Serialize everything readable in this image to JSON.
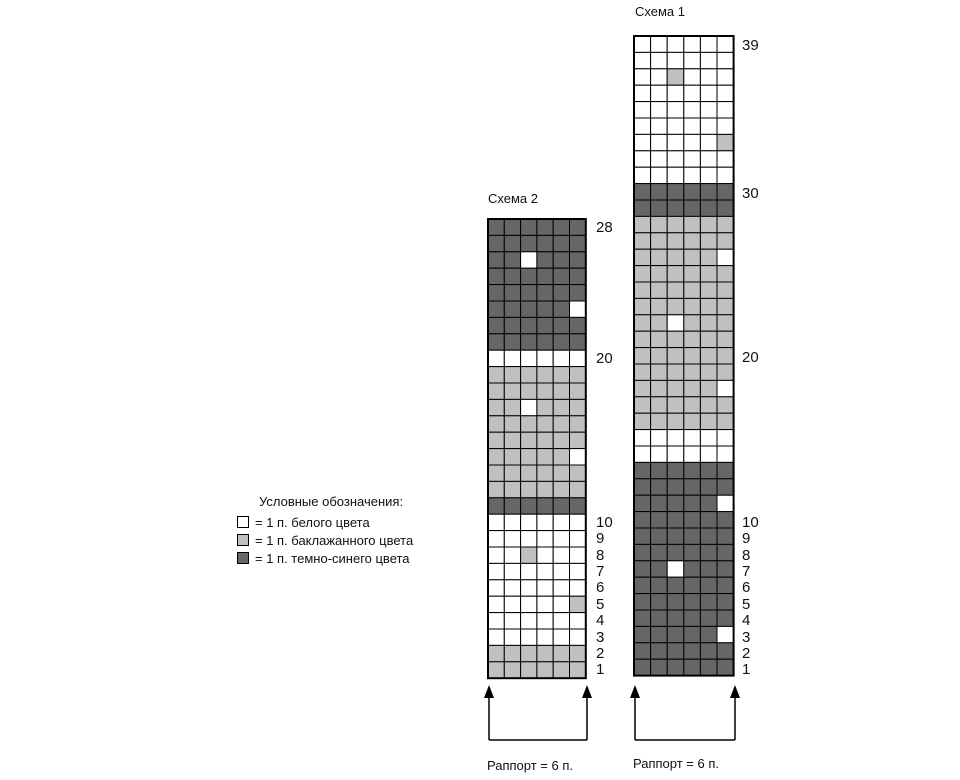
{
  "colors": {
    "W": "#ffffff",
    "L": "#c0c0c0",
    "D": "#666666"
  },
  "legend": {
    "title": "Условные обозначения:",
    "items": [
      {
        "key": "W",
        "label": "= 1 п. белого цвета"
      },
      {
        "key": "L",
        "label": "= 1 п. баклажанного цвета"
      },
      {
        "key": "D",
        "label": "= 1 п. темно-синего цвета"
      }
    ]
  },
  "schema2": {
    "title": "Схема 2",
    "rapport": "Раппорт = 6 п.",
    "row_labels": [
      "28",
      "20",
      "10",
      "9",
      "8",
      "7",
      "6",
      "5",
      "4",
      "3",
      "2",
      "1"
    ],
    "rows_top_to_bottom": [
      "DDDDDD",
      "DDDDDD",
      "DDWDDD",
      "DDDDDD",
      "DDDDDD",
      "DDDDDW",
      "DDDDDD",
      "DDDDDD",
      "WWWWWW",
      "LLLLLL",
      "LLLLLL",
      "LLWLLL",
      "LLLLLL",
      "LLLLLL",
      "LLLLLW",
      "LLLLLL",
      "LLLLLL",
      "DDDDDD",
      "WWWWWW",
      "WWWWWW",
      "WWLWWW",
      "WWWWWW",
      "WWWWWW",
      "WWWWWL",
      "WWWWWW",
      "WWWWWW",
      "LLLLLL",
      "LLLLLL"
    ]
  },
  "schema1": {
    "title": "Схема 1",
    "rapport": "Раппорт = 6 п.",
    "row_labels": [
      "39",
      "30",
      "20",
      "10",
      "9",
      "8",
      "7",
      "6",
      "5",
      "4",
      "3",
      "2",
      "1"
    ],
    "rows_top_to_bottom": [
      "WWWWWW",
      "WWWWWW",
      "WWLWWW",
      "WWWWWW",
      "WWWWWW",
      "WWWWWW",
      "WWWWWL",
      "WWWWWW",
      "WWWWWW",
      "DDDDDD",
      "DDDDDD",
      "LLLLLL",
      "LLLLLL",
      "LLLLLW",
      "LLLLLL",
      "LLLLLL",
      "LLLLLL",
      "LLWLLL",
      "LLLLLL",
      "LLLLLL",
      "LLLLLL",
      "LLLLLW",
      "LLLLLL",
      "LLLLLL",
      "WWWWWW",
      "WWWWWW",
      "DDDDDD",
      "DDDDDD",
      "DDDDDW",
      "DDDDDD",
      "DDDDDD",
      "DDDDDD",
      "DDWDDD",
      "DDDDDD",
      "DDDDDD",
      "DDDDDD",
      "DDDDDW",
      "DDDDDD",
      "DDDDDD"
    ]
  }
}
